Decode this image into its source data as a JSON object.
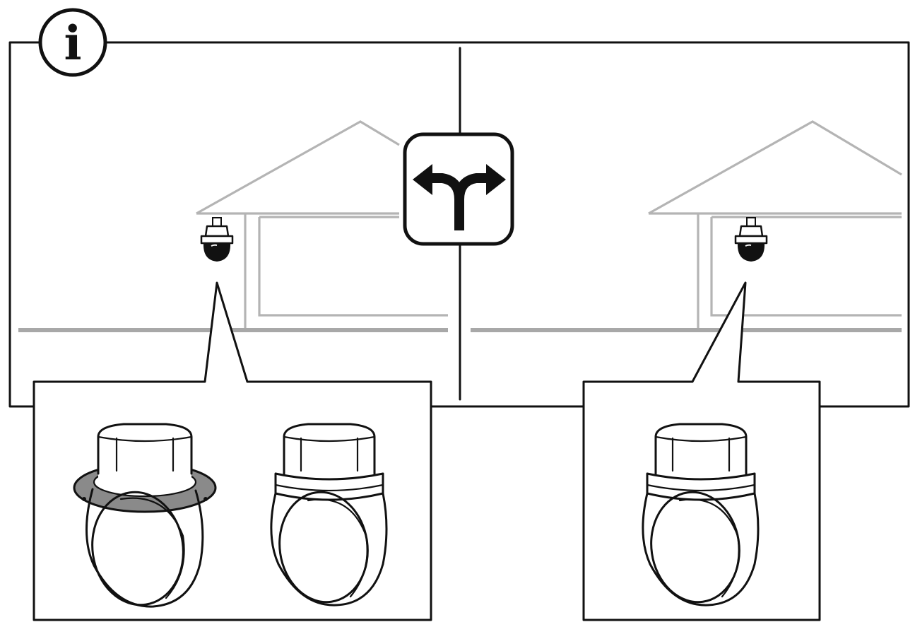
{
  "info_badge": {
    "glyph": "i",
    "icon": "info-icon"
  },
  "decision_icon": "fork-arrows-icon",
  "scenes": [
    {
      "id": "left",
      "building": "house-with-overhang",
      "callout_items": [
        "dome-camera-with-flange-plate",
        "dome-camera-pendant"
      ]
    },
    {
      "id": "right",
      "building": "house-with-wall",
      "callout_items": [
        "dome-camera-pendant"
      ]
    }
  ],
  "colors": {
    "ink": "#111111",
    "house_outline": "#b4b4b4",
    "ground": "#a8a8a8",
    "flange": "#8a8a8a",
    "background": "#ffffff"
  }
}
